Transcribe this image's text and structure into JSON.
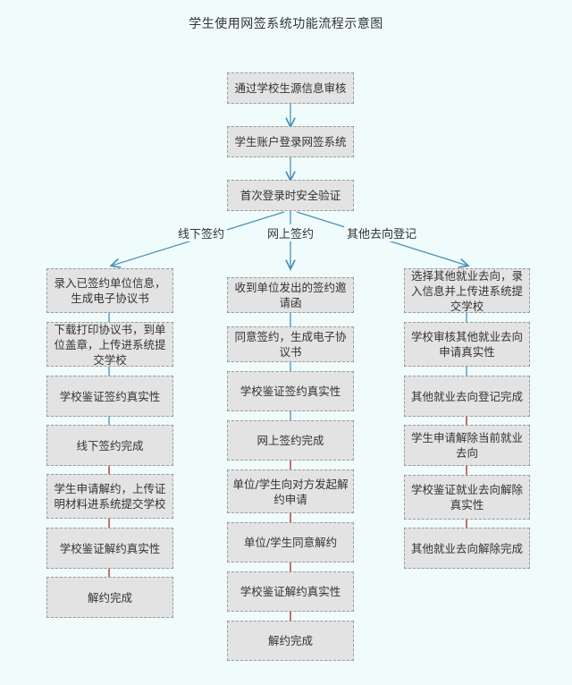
{
  "title": "学生使用网签系统功能流程示意图",
  "colors": {
    "background": "#f0fcfc",
    "node_fill": "#e3e3e3",
    "node_border": "#9a9a9a",
    "arrow_blue": "#4a90b8",
    "arrow_red": "#b22222",
    "text": "#333333"
  },
  "trunk": [
    {
      "id": "trunk-1",
      "label": "通过学校生源信息审核"
    },
    {
      "id": "trunk-2",
      "label": "学生账户登录网签系统"
    },
    {
      "id": "trunk-3",
      "label": "首次登录时安全验证"
    }
  ],
  "branch_labels": [
    {
      "id": "branch-offline",
      "label": "线下签约"
    },
    {
      "id": "branch-online",
      "label": "网上签约"
    },
    {
      "id": "branch-other",
      "label": "其他去向登记"
    }
  ],
  "columns": {
    "left": {
      "name": "线下签约",
      "nodes": [
        {
          "id": "left-1",
          "label": "录入已签约单位信息，生成电子协议书"
        },
        {
          "id": "left-2",
          "label": "下载打印协议书，到单位盖章，上传进系统提交学校"
        },
        {
          "id": "left-3",
          "label": "学校鉴证签约真实性"
        },
        {
          "id": "left-4",
          "label": "线下签约完成"
        },
        {
          "id": "left-5",
          "label": "学生申请解约，上传证明材料进系统提交学校"
        },
        {
          "id": "left-6",
          "label": "学校鉴证解约真实性"
        },
        {
          "id": "left-7",
          "label": "解约完成"
        }
      ]
    },
    "middle": {
      "name": "网上签约",
      "nodes": [
        {
          "id": "mid-1",
          "label": "收到单位发出的签约邀请函"
        },
        {
          "id": "mid-2",
          "label": "同意签约，生成电子协议书"
        },
        {
          "id": "mid-3",
          "label": "学校鉴证签约真实性"
        },
        {
          "id": "mid-4",
          "label": "网上签约完成"
        },
        {
          "id": "mid-5",
          "label": "单位/学生向对方发起解约申请"
        },
        {
          "id": "mid-6",
          "label": "单位/学生同意解约"
        },
        {
          "id": "mid-7",
          "label": "学校鉴证解约真实性"
        },
        {
          "id": "mid-8",
          "label": "解约完成"
        }
      ]
    },
    "right": {
      "name": "其他去向登记",
      "nodes": [
        {
          "id": "right-1",
          "label": "选择其他就业去向，录入信息并上传进系统提交学校"
        },
        {
          "id": "right-2",
          "label": "学校审核其他就业去向申请真实性"
        },
        {
          "id": "right-3",
          "label": "其他就业去向登记完成"
        },
        {
          "id": "right-4",
          "label": "学生申请解除当前就业去向"
        },
        {
          "id": "right-5",
          "label": "学校鉴证就业去向解除真实性"
        },
        {
          "id": "right-6",
          "label": "其他就业去向解除完成"
        }
      ]
    }
  }
}
